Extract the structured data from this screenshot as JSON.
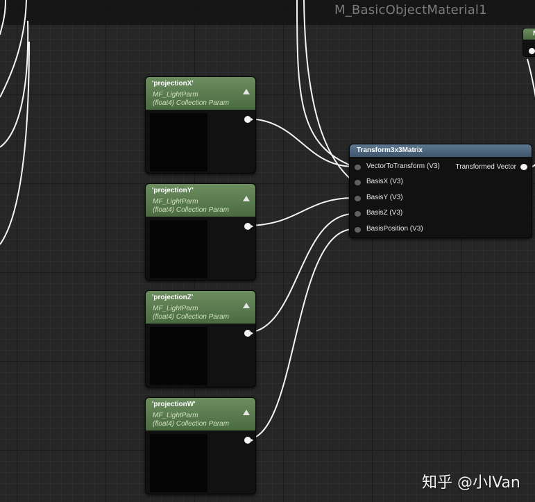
{
  "graph": {
    "title": "M_BasicObjectMaterial1"
  },
  "param_nodes": [
    {
      "name": "'projectionX'",
      "collection": "MF_LightParm",
      "type": "(float4) Collection Param"
    },
    {
      "name": "'projectionY'",
      "collection": "MF_LightParm",
      "type": "(float4) Collection Param"
    },
    {
      "name": "'projectionZ'",
      "collection": "MF_LightParm",
      "type": "(float4) Collection Param"
    },
    {
      "name": "'projectionW'",
      "collection": "MF_LightParm",
      "type": "(float4) Collection Param"
    }
  ],
  "transform_node": {
    "title": "Transform3x3Matrix",
    "inputs": [
      "VectorToTransform (V3)",
      "BasisX (V3)",
      "BasisY (V3)",
      "BasisZ (V3)",
      "BasisPosition (V3)"
    ],
    "output": "Transformed Vector"
  },
  "partial_node": {
    "label": "M"
  },
  "watermark": "知乎 @小lVan",
  "colors": {
    "param_header": "#5a7c4e",
    "transform_header": "#4e677f",
    "wire": "#ffffff",
    "background": "#262626"
  }
}
